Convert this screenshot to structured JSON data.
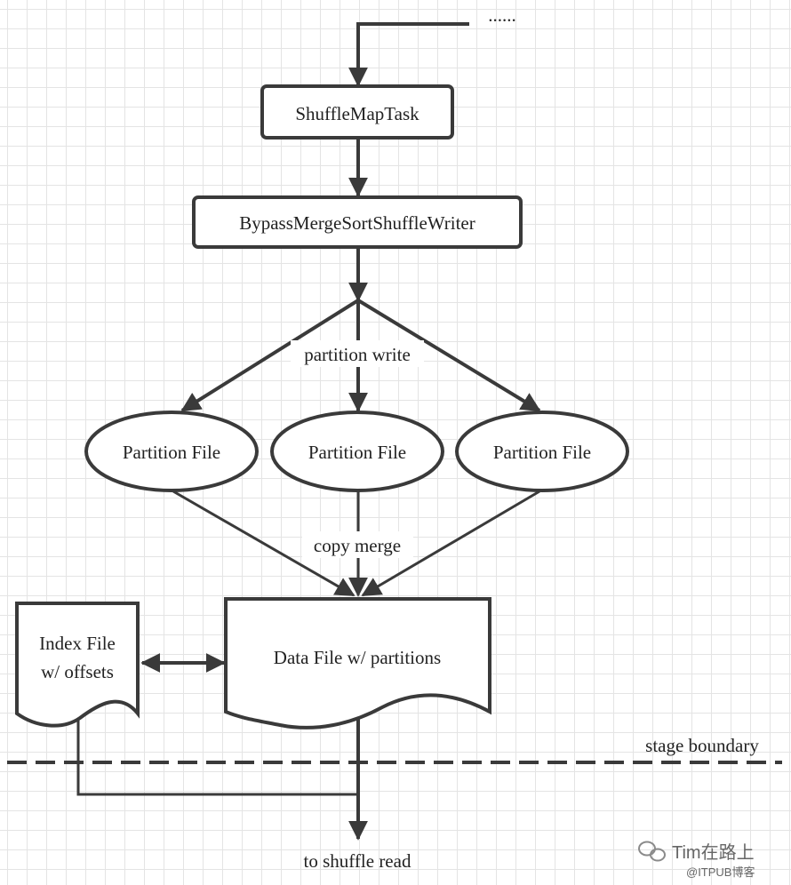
{
  "ellipsis": "......",
  "nodes": {
    "shuffle_map_task": "ShuffleMapTask",
    "bypass_writer": "BypassMergeSortShuffleWriter",
    "partition_file_1": "Partition File",
    "partition_file_2": "Partition File",
    "partition_file_3": "Partition File",
    "index_file_line1": "Index File",
    "index_file_line2": "w/ offsets",
    "data_file": "Data File w/ partitions"
  },
  "labels": {
    "partition_write": "partition write",
    "copy_merge": "copy merge",
    "stage_boundary": "stage boundary",
    "to_shuffle_read": "to shuffle read"
  },
  "watermark": {
    "author": "Tim在路上",
    "source": "@ITPUB博客"
  },
  "colors": {
    "stroke": "#3a3a3a",
    "grid": "#e4e4e4",
    "text": "#222222"
  }
}
